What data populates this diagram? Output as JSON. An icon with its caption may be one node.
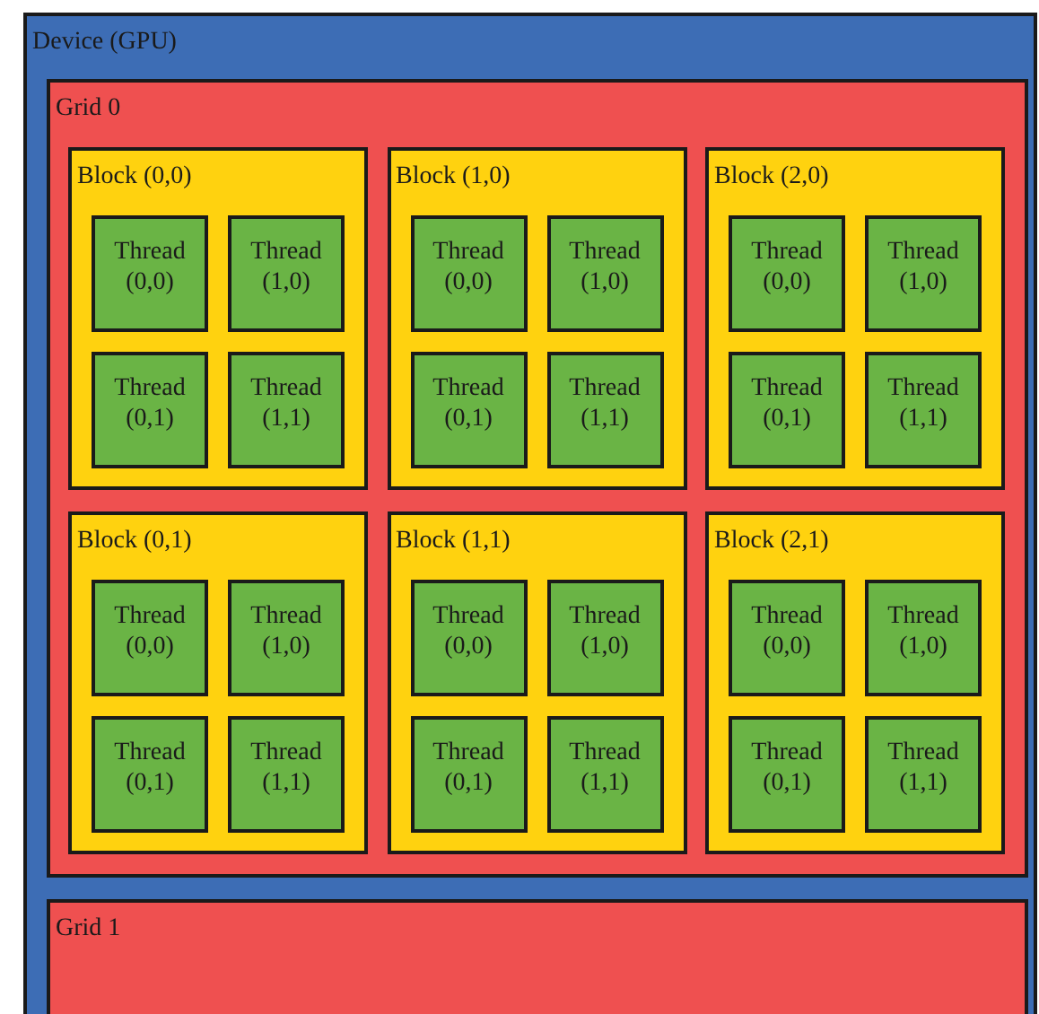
{
  "diagram": {
    "nodes": [
      {
        "text": [
          "Device (GPU)"
        ]
      },
      {
        "text": [
          "Grid 0"
        ],
        "in": 0
      },
      {
        "text": [
          "Block (0,0)"
        ],
        "in": 1
      },
      {
        "text": [
          "Thread (0,0)"
        ],
        "in": 2
      },
      {
        "text": [
          "Thread (1,0)"
        ],
        "in": 2
      },
      {
        "text": [
          "Thread (0,1)"
        ],
        "in": 2
      },
      {
        "text": [
          "Thread (1,1)"
        ],
        "in": 2
      },
      {
        "text": [
          "Block (1,0)"
        ],
        "in": 1
      },
      {
        "text": [
          "Thread (0,0)"
        ],
        "in": 7
      },
      {
        "text": [
          "Thread (1,0)"
        ],
        "in": 7
      },
      {
        "text": [
          "Thread (0,1)"
        ],
        "in": 7
      },
      {
        "text": [
          "Thread (1,1)"
        ],
        "in": 7
      },
      {
        "text": [
          "Block (2,0)"
        ],
        "in": 1
      },
      {
        "text": [
          "Thread (0,0)"
        ],
        "in": 12
      },
      {
        "text": [
          "Thread (1,0)"
        ],
        "in": 12
      },
      {
        "text": [
          "Thread (0,1)"
        ],
        "in": 12
      },
      {
        "text": [
          "Thread (1,1)"
        ],
        "in": 12
      },
      {
        "text": [
          "Block (0,1)"
        ],
        "in": 1
      },
      {
        "text": [
          "Thread (0,0)"
        ],
        "in": 17
      },
      {
        "text": [
          "Thread (1,0)"
        ],
        "in": 17
      },
      {
        "text": [
          "Thread (0,1)"
        ],
        "in": 17
      },
      {
        "text": [
          "Thread (1,1)"
        ],
        "in": 17
      },
      {
        "text": [
          "Block (1,1)"
        ],
        "in": 1
      },
      {
        "text": [
          "Thread (0,0)"
        ],
        "in": 22
      },
      {
        "text": [
          "Thread (1,0)"
        ],
        "in": 22
      },
      {
        "text": [
          "Thread (0,1)"
        ],
        "in": 22
      },
      {
        "text": [
          "Thread (1,1)"
        ],
        "in": 22
      },
      {
        "text": [
          "Block (2,1)"
        ],
        "in": 1
      },
      {
        "text": [
          "Thread (0,0)"
        ],
        "in": 27
      },
      {
        "text": [
          "Thread (1,0)"
        ],
        "in": 27
      },
      {
        "text": [
          "Thread (0,1)"
        ],
        "in": 27
      },
      {
        "text": [
          "Thread (1,1)"
        ],
        "in": 27
      },
      {
        "text": [
          "Grid 1"
        ],
        "in": 0
      }
    ]
  }
}
